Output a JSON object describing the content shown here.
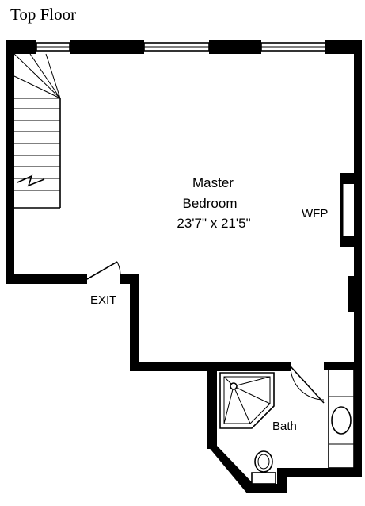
{
  "plan": {
    "title": "Top Floor",
    "rooms": {
      "master_bedroom": {
        "name_line1": "Master",
        "name_line2": "Bedroom",
        "dimensions": "23'7\" x 21'5\""
      },
      "bath": {
        "name": "Bath"
      }
    },
    "labels": {
      "fireplace": "WFP",
      "exit": "EXIT"
    }
  }
}
